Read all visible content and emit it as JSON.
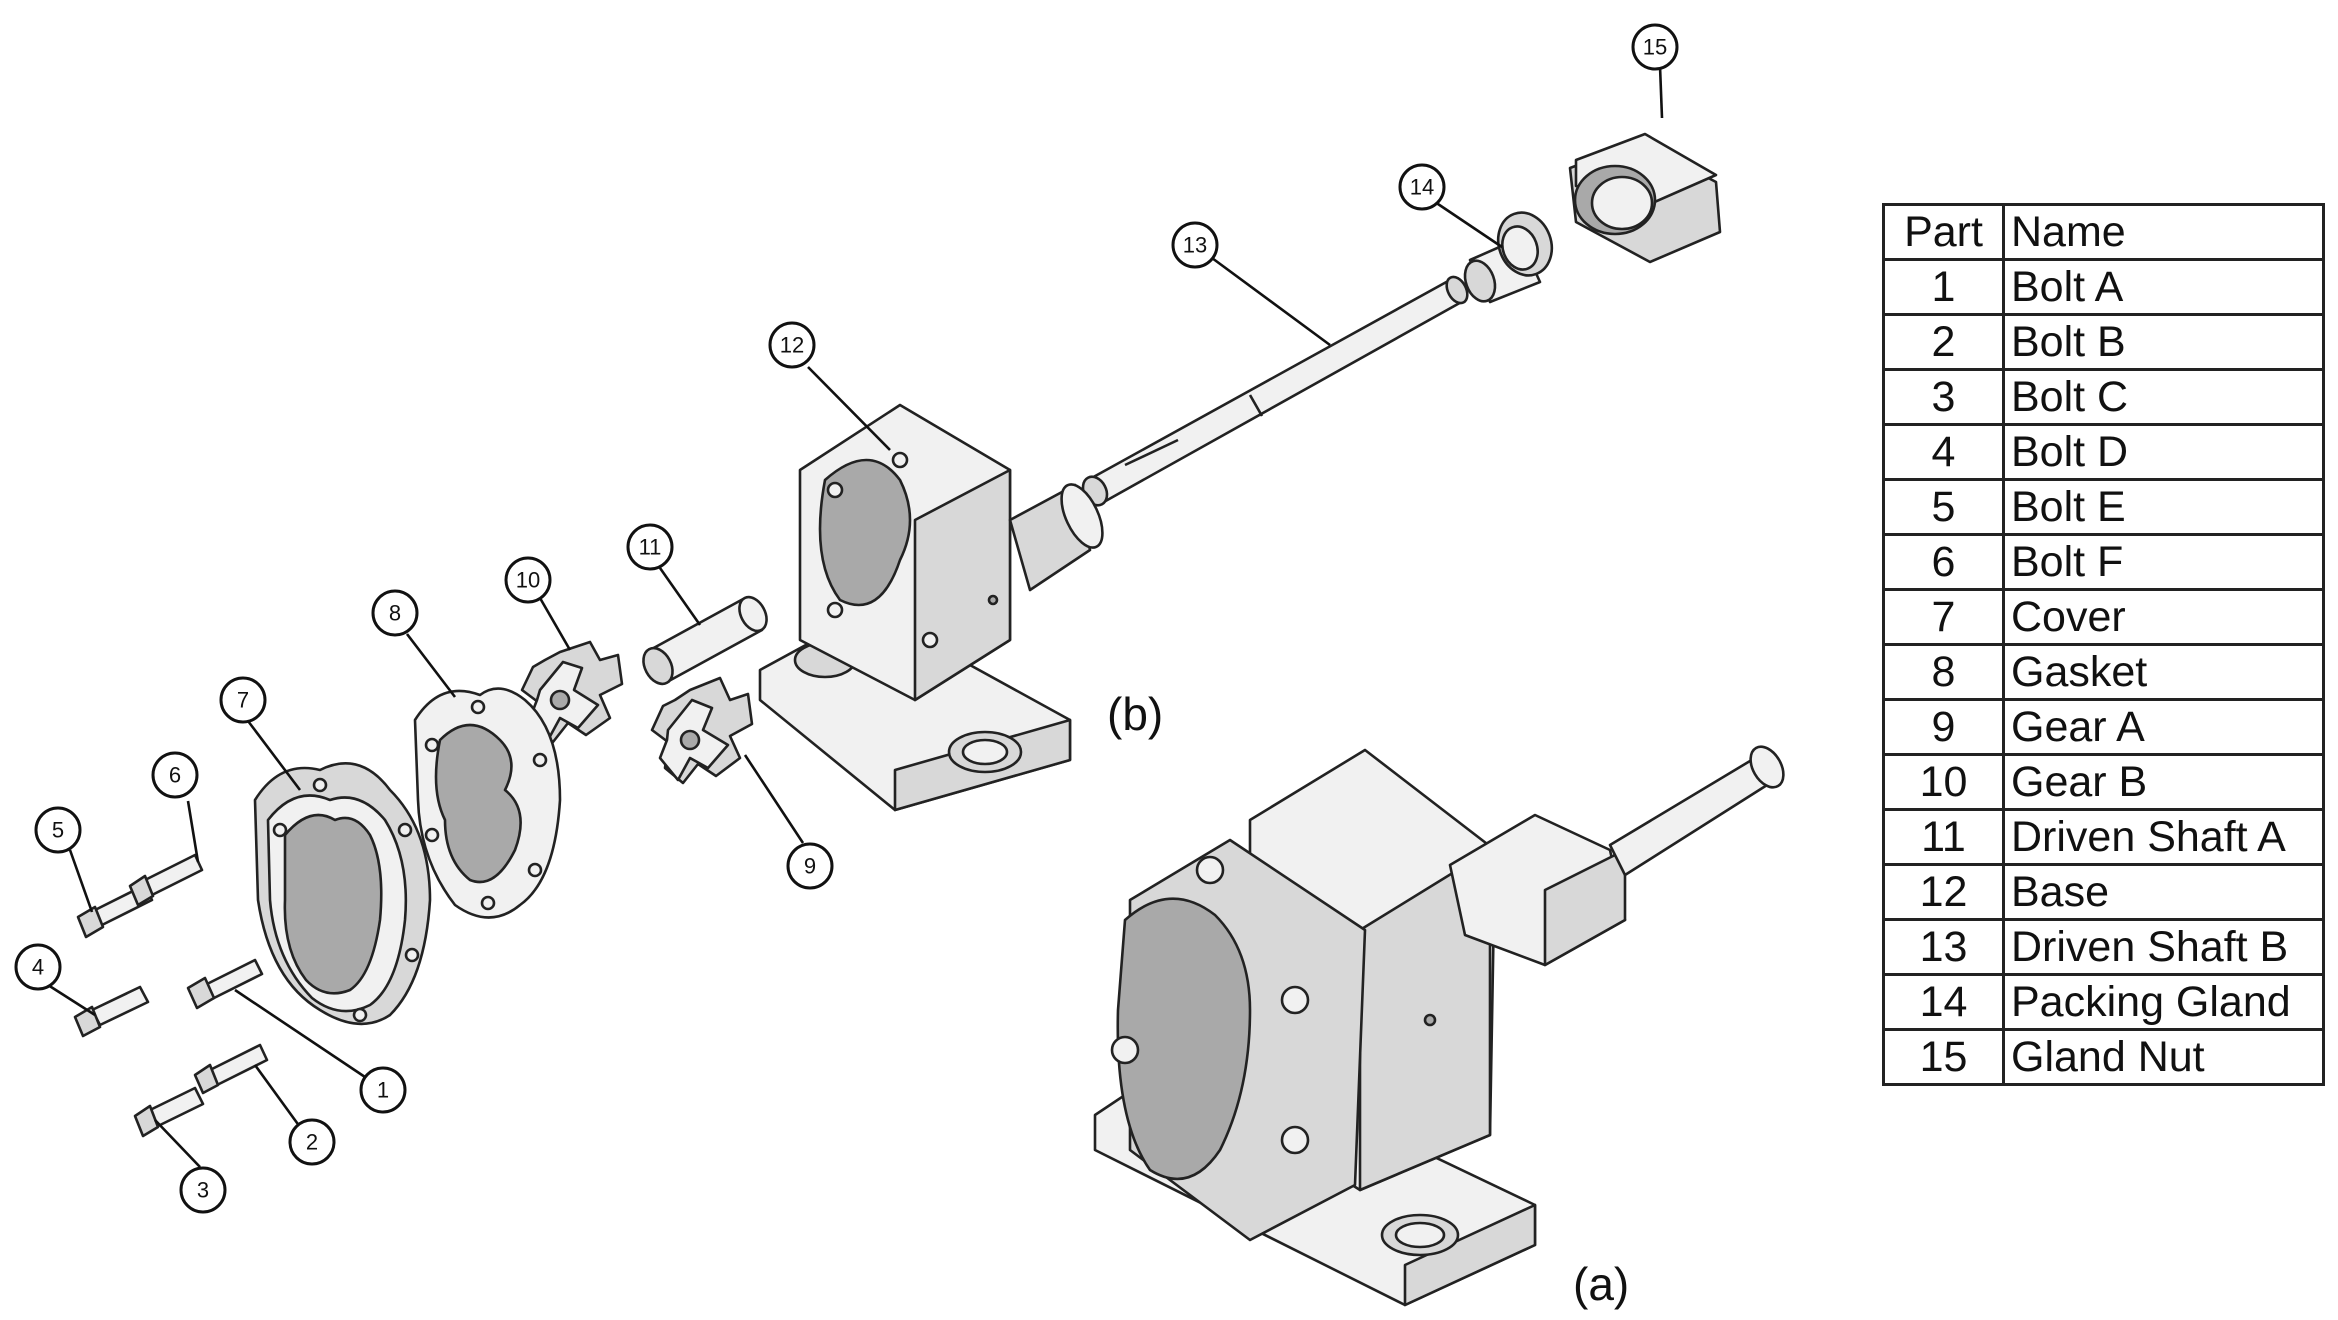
{
  "view_labels": {
    "assembled": "(a)",
    "exploded": "(b)"
  },
  "table": {
    "headers": {
      "part": "Part",
      "name": "Name"
    },
    "rows": [
      {
        "part": "1",
        "name": "Bolt A"
      },
      {
        "part": "2",
        "name": "Bolt B"
      },
      {
        "part": "3",
        "name": "Bolt C"
      },
      {
        "part": "4",
        "name": "Bolt D"
      },
      {
        "part": "5",
        "name": "Bolt E"
      },
      {
        "part": "6",
        "name": "Bolt F"
      },
      {
        "part": "7",
        "name": "Cover"
      },
      {
        "part": "8",
        "name": "Gasket"
      },
      {
        "part": "9",
        "name": "Gear A"
      },
      {
        "part": "10",
        "name": "Gear B"
      },
      {
        "part": "11",
        "name": "Driven Shaft A"
      },
      {
        "part": "12",
        "name": "Base"
      },
      {
        "part": "13",
        "name": "Driven Shaft B"
      },
      {
        "part": "14",
        "name": "Packing Gland"
      },
      {
        "part": "15",
        "name": "Gland Nut"
      }
    ]
  },
  "callouts": [
    "1",
    "2",
    "3",
    "4",
    "5",
    "6",
    "7",
    "8",
    "9",
    "10",
    "11",
    "12",
    "13",
    "14",
    "15"
  ]
}
